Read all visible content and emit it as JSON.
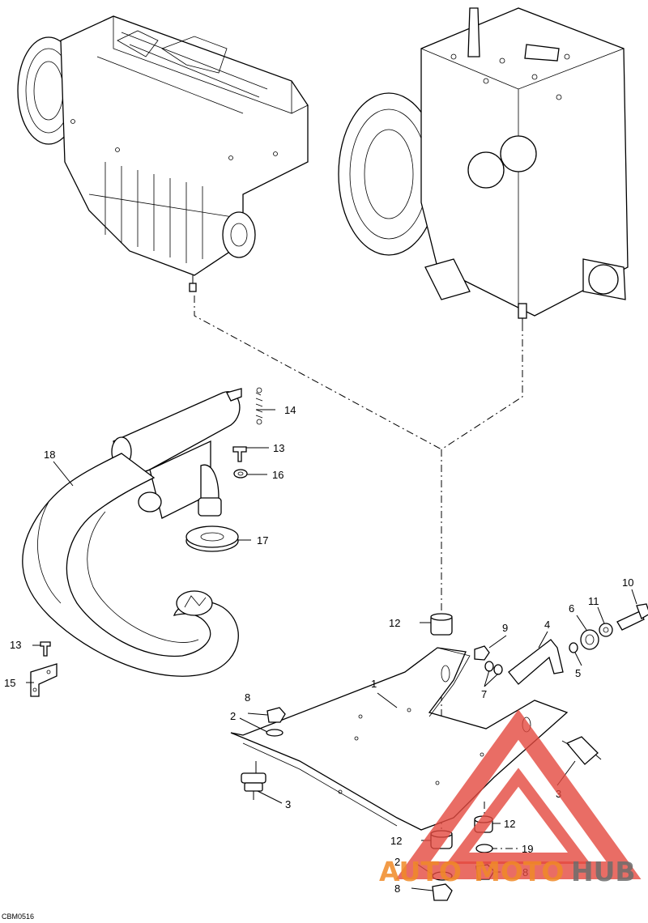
{
  "diagram": {
    "drawing_code": "CBM0516",
    "callouts": [
      {
        "id": "c1",
        "label": "1"
      },
      {
        "id": "c2a",
        "label": "2"
      },
      {
        "id": "c2b",
        "label": "2"
      },
      {
        "id": "c3a",
        "label": "3"
      },
      {
        "id": "c3b",
        "label": "3"
      },
      {
        "id": "c4",
        "label": "4"
      },
      {
        "id": "c5",
        "label": "5"
      },
      {
        "id": "c6",
        "label": "6"
      },
      {
        "id": "c7",
        "label": "7"
      },
      {
        "id": "c8a",
        "label": "8"
      },
      {
        "id": "c8b",
        "label": "8"
      },
      {
        "id": "c8c",
        "label": "8"
      },
      {
        "id": "c9",
        "label": "9"
      },
      {
        "id": "c10",
        "label": "10"
      },
      {
        "id": "c11",
        "label": "11"
      },
      {
        "id": "c12a",
        "label": "12"
      },
      {
        "id": "c12b",
        "label": "12"
      },
      {
        "id": "c12c",
        "label": "12"
      },
      {
        "id": "c13a",
        "label": "13"
      },
      {
        "id": "c13b",
        "label": "13"
      },
      {
        "id": "c14",
        "label": "14"
      },
      {
        "id": "c15",
        "label": "15"
      },
      {
        "id": "c16",
        "label": "16"
      },
      {
        "id": "c17",
        "label": "17"
      },
      {
        "id": "c18",
        "label": "18"
      },
      {
        "id": "c19",
        "label": "19"
      }
    ]
  },
  "watermark": {
    "part1": "AUTO",
    "part2": "MOTO",
    "part3": "HUB",
    "accent": "#e3483f",
    "orange": "#f08a28",
    "gray": "#6d6d6d"
  }
}
